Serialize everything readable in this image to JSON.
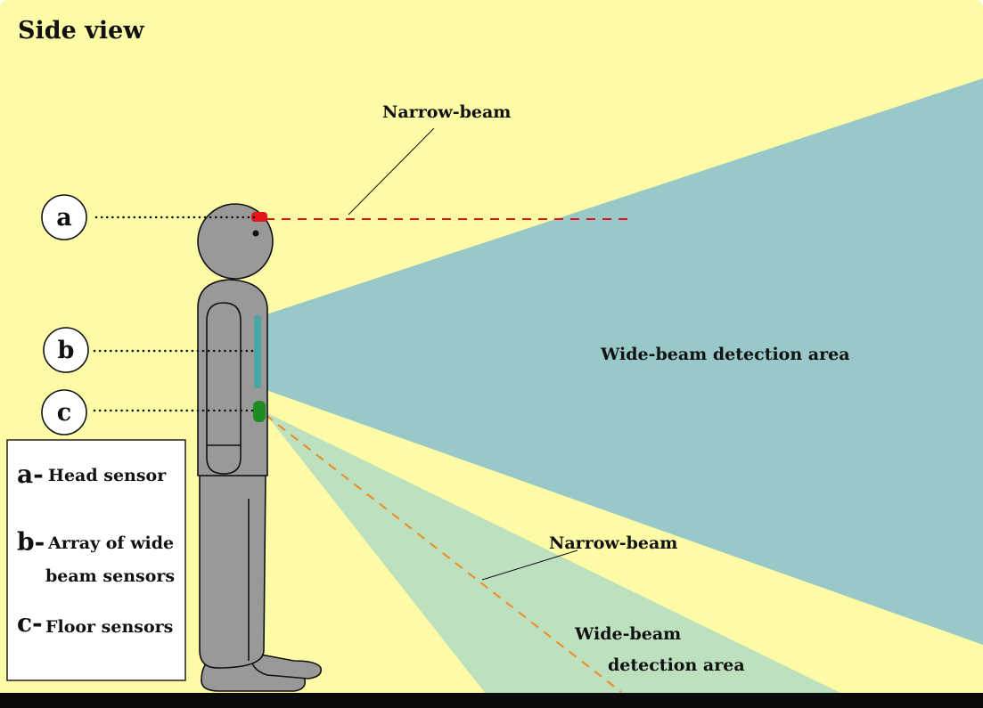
{
  "title": "Side view",
  "labels": {
    "narrow_beam_top": "Narrow-beam",
    "wide_beam_area": "Wide-beam detection area",
    "narrow_beam_bottom": "Narrow-beam",
    "wide_beam_floor_line1": "Wide-beam",
    "wide_beam_floor_line2": "detection area"
  },
  "markers": [
    {
      "key": "a"
    },
    {
      "key": "b"
    },
    {
      "key": "c"
    }
  ],
  "legend": [
    {
      "key": "a-",
      "text": "Head sensor"
    },
    {
      "key": "b-",
      "text": "Array of wide",
      "text2": "beam sensors"
    },
    {
      "key": "c-",
      "text": "Floor sensors"
    }
  ],
  "colors": {
    "background": "#fdfba6",
    "wide_beam": "#99c8c9",
    "floor_beam": "#bde0be",
    "figure": "#999999",
    "head_sensor": "#e3161b",
    "wide_sensor_array": "#4aa6a3",
    "floor_sensor": "#1f8c22",
    "narrow_beam_head": "#e3161b",
    "narrow_beam_floor": "#ee8a22",
    "ground": "#0a0a0a"
  }
}
